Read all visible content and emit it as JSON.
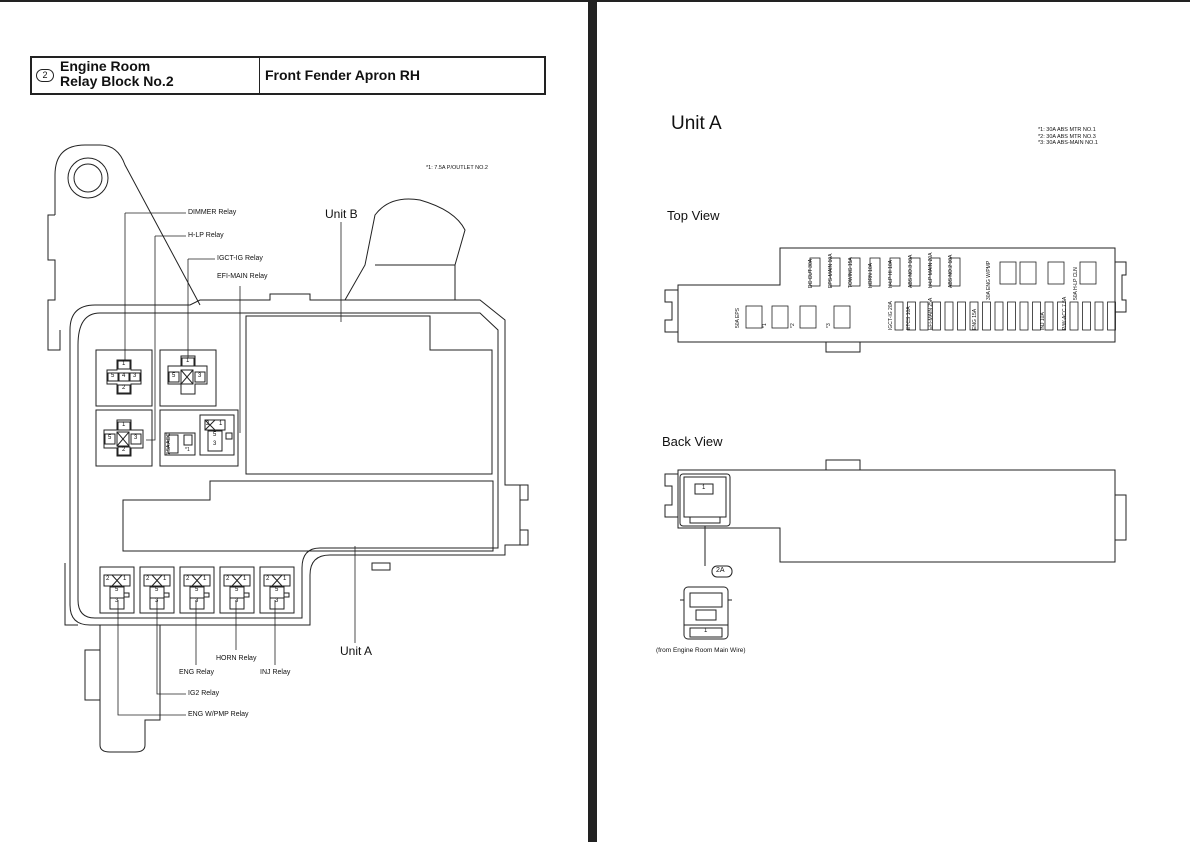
{
  "header": {
    "number": "2",
    "title_line1": "Engine Room",
    "title_line2": "Relay Block No.2",
    "location": "Front Fender Apron RH"
  },
  "left_panel": {
    "footnote": "*1: 7.5A P/OUTLET NO.2",
    "unit_b_label": "Unit B",
    "unit_a_label": "Unit A",
    "relays_top": [
      "DIMMER Relay",
      "H-LP Relay",
      "IGCT-IG Relay",
      "EFI-MAIN Relay"
    ],
    "relays_bottom": [
      "ENG Relay",
      "HORN Relay",
      "INJ Relay",
      "IG2 Relay",
      "ENG W/PMP Relay"
    ],
    "fuse_labels": [
      "7.5A ACC",
      "*1"
    ],
    "relay_pins_5": [
      "1",
      "5",
      "3",
      "2"
    ],
    "relay_pins_4": [
      "1",
      "5",
      "4",
      "3",
      "2"
    ],
    "relay_pins_small": [
      "2",
      "1",
      "5",
      "3"
    ]
  },
  "right_panel": {
    "unit_title": "Unit A",
    "notes": [
      "*1: 30A ABS MTR NO.1",
      "*2: 30A ABS MTR NO.3",
      "*3: 30A ABS-MAIN NO.1"
    ],
    "top_view_label": "Top View",
    "back_view_label": "Back View",
    "fuses_upper": [
      "DC CUT 30A",
      "EPS-MAIN 10A",
      "TOWING 15A",
      "HORN 10A",
      "H-LP HI 10A",
      "ABS NO.3 10A",
      "H-LP MAIN 20A",
      "ABS NO.2 10A"
    ],
    "fuses_upper_right": [
      "30A ENG W/PMP",
      "50A H-LP CLN"
    ],
    "fuses_lower_left": [
      "50A EPS",
      "*1",
      "*2",
      "*3"
    ],
    "fuses_lower_right": [
      "IGCT-IG 20A",
      "ETCS 10A",
      "EFI-MAIN 25A",
      "ENG 15A",
      "INJ 10A",
      "P/W-ACC 7.5A"
    ],
    "connector_code": "2A",
    "connector_pin": "1",
    "connector_source": "(from Engine Room Main Wire)"
  },
  "colors": {
    "line": "#222222",
    "background": "#ffffff"
  }
}
